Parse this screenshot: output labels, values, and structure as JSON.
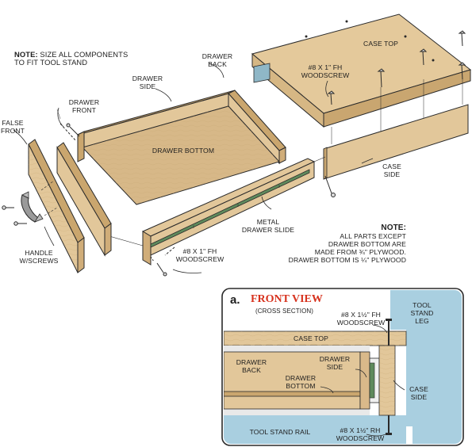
{
  "note_top": {
    "heading": "NOTE:",
    "text_line1": "SIZE ALL COMPONENTS",
    "text_line2": "TO FIT TOOL STAND"
  },
  "labels": {
    "false_front": [
      "FALSE",
      "FRONT"
    ],
    "drawer_front": [
      "DRAWER",
      "FRONT"
    ],
    "drawer_side": [
      "DRAWER",
      "SIDE"
    ],
    "drawer_back": [
      "DRAWER",
      "BACK"
    ],
    "screw_top": [
      "#8 x 1\" Fh",
      "WOODSCREW"
    ],
    "case_top": "CASE TOP",
    "drawer_bottom": "DRAWER BOTTOM",
    "case_side": [
      "CASE",
      "SIDE"
    ],
    "metal_drawer_slide": [
      "METAL",
      "DRAWER SLIDE"
    ],
    "handle": [
      "HANDLE",
      "w/SCREWS"
    ],
    "screw_bottom": [
      "#8 x 1\" Fh",
      "WOODSCREW"
    ]
  },
  "note_right": {
    "heading": "NOTE:",
    "lines": [
      "ALL PARTS EXCEPT",
      "DRAWER BOTTOM ARE",
      "MADE FROM ¾\" PLYWOOD.",
      "DRAWER BOTTOM IS ¼\" PLYWOOD"
    ]
  },
  "inset": {
    "letter": "a.",
    "title": "FRONT VIEW",
    "subtitle": "(CROSS SECTION)",
    "labels": {
      "screw_fh": [
        "#8 x 1½\" Fh",
        "WOODSCREW"
      ],
      "tool_stand_leg": [
        "TOOL",
        "STAND",
        "LEG"
      ],
      "case_top": "CASE TOP",
      "drawer_back": [
        "DRAWER",
        "BACK"
      ],
      "drawer_side": [
        "DRAWER",
        "SIDE"
      ],
      "drawer_bottom": [
        "DRAWER",
        "BOTTOM"
      ],
      "case_side": [
        "CASE",
        "SIDE"
      ],
      "tool_stand_rail": "TOOL STAND RAIL",
      "screw_rh": [
        "#8 x 1½\" Rh",
        "WOODSCREW"
      ]
    }
  },
  "colors": {
    "wood": "#e2c79a",
    "wood_edge": "#c9a670",
    "outline": "#2a2a2a",
    "inset_bg": "#e8e8e8",
    "metal_blue": "#a9cfe0",
    "title_red": "#d7321e",
    "slide_green": "#5f8a5c"
  }
}
